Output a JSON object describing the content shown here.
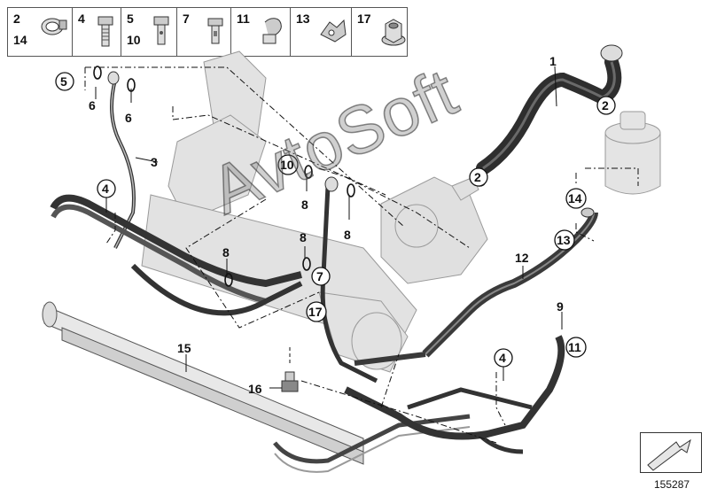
{
  "legend": [
    {
      "part_top": "2",
      "part_bottom": "14",
      "icon": "hose-clamp-icon"
    },
    {
      "part_top": "4",
      "part_bottom": "",
      "icon": "bolt-icon"
    },
    {
      "part_top": "5",
      "part_bottom": "10",
      "icon": "banjo-bolt-icon"
    },
    {
      "part_top": "7",
      "part_bottom": "",
      "icon": "hollow-bolt-icon"
    },
    {
      "part_top": "11",
      "part_bottom": "",
      "icon": "holder-icon"
    },
    {
      "part_top": "13",
      "part_bottom": "",
      "icon": "bracket-clamp-icon"
    },
    {
      "part_top": "17",
      "part_bottom": "",
      "icon": "collar-nut-icon"
    }
  ],
  "callouts": {
    "c1": "1",
    "c2a": "2",
    "c2b": "2",
    "c3": "3",
    "c4a": "4",
    "c4b": "4",
    "c5": "5",
    "c6a": "6",
    "c6b": "6",
    "c7": "7",
    "c8a": "8",
    "c8b": "8",
    "c8c": "8",
    "c8d": "8",
    "c9": "9",
    "c10": "10",
    "c11": "11",
    "c12": "12",
    "c13": "13",
    "c14": "14",
    "c15": "15",
    "c16": "16",
    "c17": "17"
  },
  "watermark": "AvtoSoft",
  "diagram_id": "155287",
  "colors": {
    "line": "#111111",
    "part_fill": "#d6d6d6",
    "hose": "#3a3a3a"
  }
}
